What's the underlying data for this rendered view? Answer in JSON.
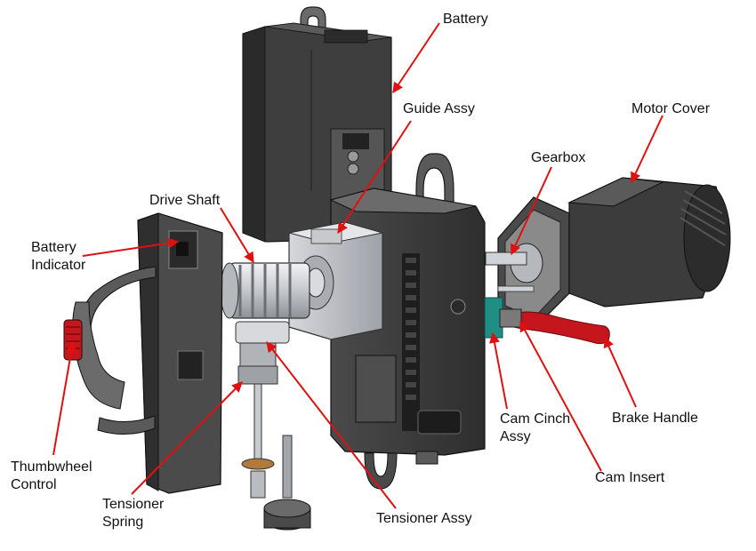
{
  "labels": {
    "battery": "Battery",
    "guide_assy": "Guide Assy",
    "motor_cover": "Motor Cover",
    "gearbox": "Gearbox",
    "drive_shaft": "Drive Shaft",
    "battery_indicator": [
      "Battery",
      "Indicator"
    ],
    "thumbwheel_control": [
      "Thumbwheel",
      "Control"
    ],
    "tensioner_spring": [
      "Tensioner",
      "Spring"
    ],
    "tensioner_assy": "Tensioner Assy",
    "cam_cinch_assy": [
      "Cam Cinch",
      "Assy"
    ],
    "brake_handle": "Brake Handle",
    "cam_insert": "Cam Insert"
  },
  "colors": {
    "leader": "#e01010",
    "body_dark": "#3c3c3c",
    "body_mid": "#5a5a5a",
    "body_light": "#8a8a8a",
    "guide_grey": "#b9bcc2",
    "shaft_steel": "#cfd2d6",
    "brake_red": "#c4161c",
    "cinch_teal": "#1f8f86",
    "label_text": "#111111"
  }
}
